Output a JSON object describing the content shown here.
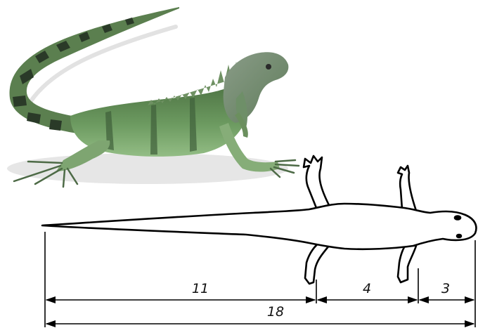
{
  "dimensions": {
    "tail": "11",
    "body": "4",
    "head": "3",
    "total": "18"
  },
  "colors": {
    "outline": "#000000",
    "iguana_body": "#5f8a55",
    "iguana_dark": "#2f4a2e",
    "iguana_belly": "#8fb87f",
    "shadow": "#d8d8d8"
  }
}
